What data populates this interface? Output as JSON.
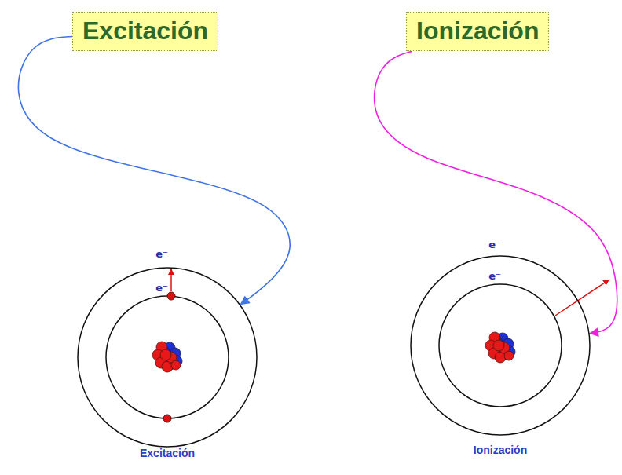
{
  "diagram": {
    "nodes": [
      {
        "text": [
          "Excitación"
        ]
      },
      {
        "text": [
          "Ionización"
        ]
      },
      {
        "text": [
          "e⁻",
          "e⁻",
          "Excitación"
        ]
      },
      {
        "text": [
          "e⁻",
          "e⁻",
          "Ionización"
        ]
      }
    ],
    "edges": [
      {
        "from": 0,
        "to": 2,
        "arrow": "to"
      },
      {
        "from": 1,
        "to": 3,
        "arrow": "to"
      }
    ]
  }
}
